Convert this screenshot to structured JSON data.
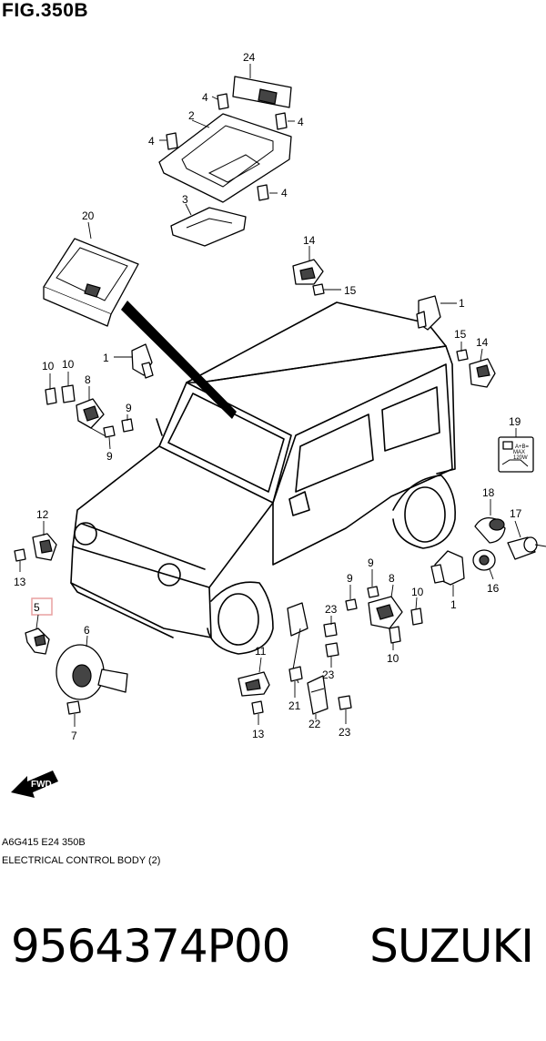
{
  "figure_title": "FIG.350B",
  "caption_code": "A6G415 E24 350B",
  "caption_description": "ELECTRICAL CONTROL BODY (2)",
  "part_number": "9564374P00",
  "brand": "SUZUKI",
  "fwd_label": "FWD",
  "label19_text": {
    "line1": "A+B=",
    "line2": "MAX",
    "line3": "120W"
  },
  "callouts": [
    "24",
    "4",
    "2",
    "4",
    "4",
    "4",
    "3",
    "20",
    "14",
    "15",
    "1",
    "1",
    "15",
    "14",
    "10",
    "10",
    "8",
    "9",
    "9",
    "19",
    "12",
    "13",
    "5",
    "6",
    "7",
    "11",
    "13",
    "21",
    "22",
    "23",
    "23",
    "23",
    "9",
    "9",
    "8",
    "10",
    "10",
    "1",
    "18",
    "17",
    "16"
  ],
  "highlight_color": "#e9a0a0"
}
